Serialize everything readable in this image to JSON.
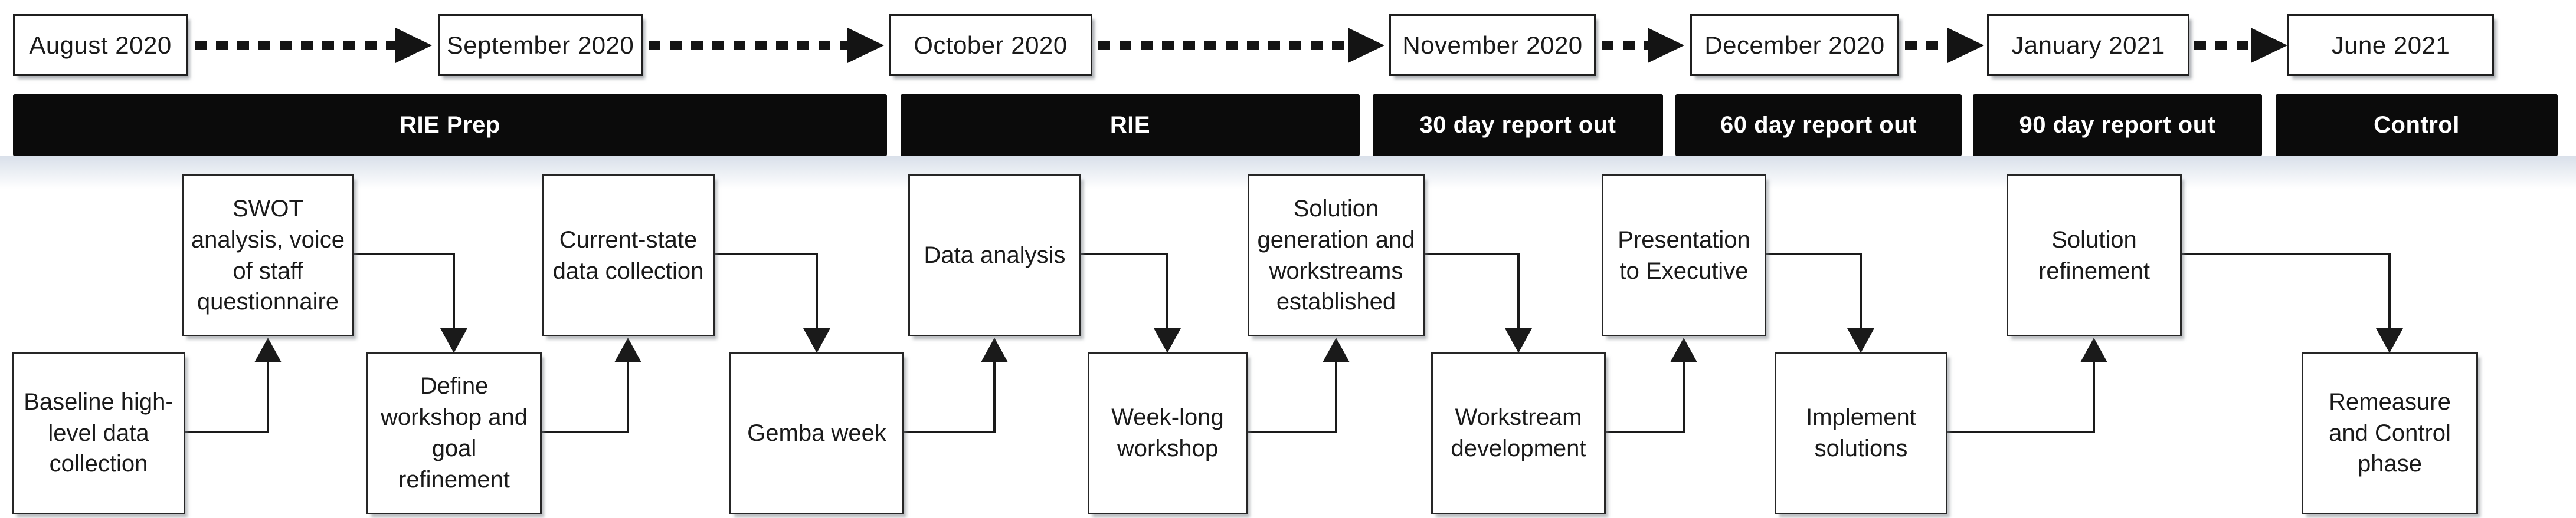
{
  "timeline": {
    "months": [
      "August 2020",
      "September 2020",
      "October 2020",
      "November 2020",
      "December 2020",
      "January 2021",
      "June 2021"
    ]
  },
  "phases": [
    "RIE Prep",
    "RIE",
    "30 day report out",
    "60 day report out",
    "90 day report out",
    "Control"
  ],
  "flow": {
    "top": [
      "SWOT analysis, voice of staff questionnaire",
      "Current-state data collection",
      "Data analysis",
      "Solution generation and workstreams established",
      "Presentation to Executive",
      "Solution refinement"
    ],
    "bottom": [
      "Baseline high-level data collection",
      "Define workshop and goal refinement",
      "Gemba week",
      "Week-long workshop",
      "Workstream development",
      "Implement solutions",
      "Remeasure and Control phase"
    ]
  },
  "colors": {
    "bar_background": "#0b0b0b",
    "bar_text": "#ffffff",
    "box_border": "#262626",
    "connector": "#1a1a1a",
    "shadow_band": "#d9e0ea"
  }
}
